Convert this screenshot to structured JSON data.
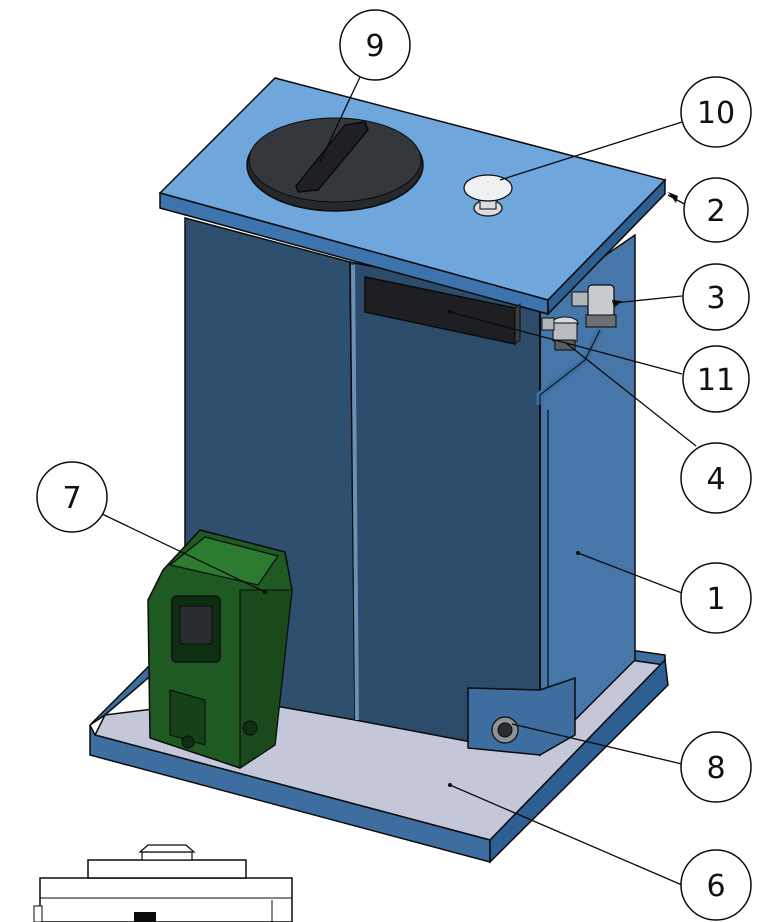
{
  "diagram": {
    "colors": {
      "top_plate": "#6fa6dc",
      "top_plate_edge": "#2e5f92",
      "tank_front": "#2f4f6f",
      "tank_side": "#4677a8",
      "tray_rim": "#3d6e9f",
      "tray_floor": "#c3c7d9",
      "pump_body": "#1f5a22",
      "pump_dark": "#0f2f12",
      "lid": "#303236",
      "outline": "#0b0b0b"
    },
    "callouts": [
      {
        "id": "c9",
        "label": "9"
      },
      {
        "id": "c10",
        "label": "10"
      },
      {
        "id": "c2",
        "label": "2"
      },
      {
        "id": "c3",
        "label": "3"
      },
      {
        "id": "c11",
        "label": "11"
      },
      {
        "id": "c4",
        "label": "4"
      },
      {
        "id": "c7",
        "label": "7"
      },
      {
        "id": "c1",
        "label": "1"
      },
      {
        "id": "c8",
        "label": "8"
      },
      {
        "id": "c6",
        "label": "6"
      }
    ]
  }
}
